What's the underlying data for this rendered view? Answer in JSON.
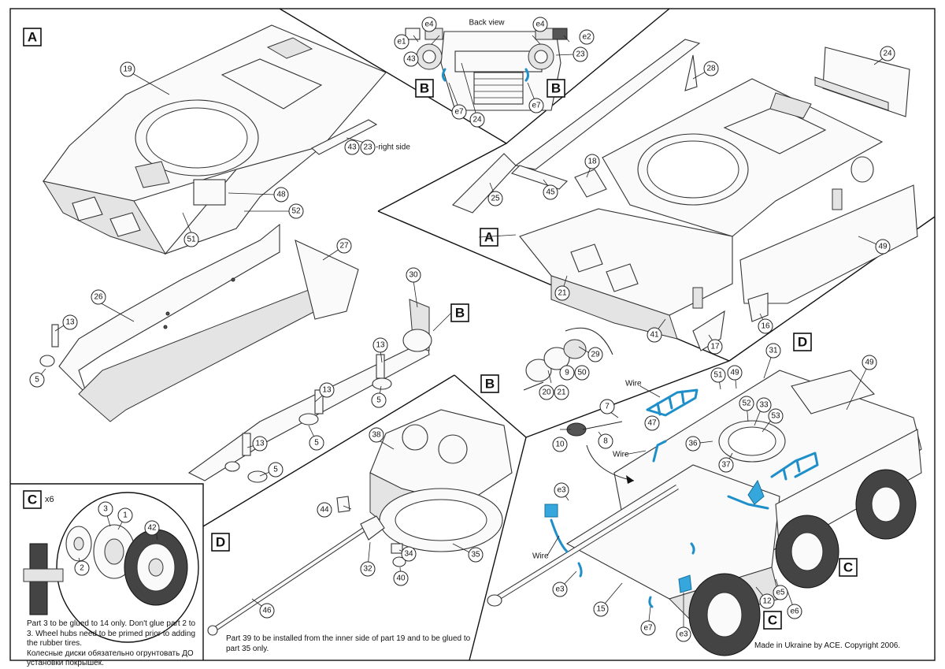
{
  "sections": {
    "A": "A",
    "B": "B",
    "C": "C",
    "D": "D"
  },
  "callouts": {
    "p1": "1",
    "p2": "2",
    "p3": "3",
    "p5": "5",
    "p7": "7",
    "p8": "8",
    "p9": "9",
    "p10": "10",
    "p12": "12",
    "p13": "13",
    "p15": "15",
    "p16": "16",
    "p17": "17",
    "p18": "18",
    "p19": "19",
    "p20": "20",
    "p21": "21",
    "p23": "23",
    "p24": "24",
    "p25": "25",
    "p26": "26",
    "p27": "27",
    "p28": "28",
    "p29": "29",
    "p30": "30",
    "p31": "31",
    "p32": "32",
    "p33": "33",
    "p34": "34",
    "p35": "35",
    "p36": "36",
    "p37": "37",
    "p38": "38",
    "p40": "40",
    "p41": "41",
    "p42": "42",
    "p43": "43",
    "p44": "44",
    "p45": "45",
    "p46": "46",
    "p47": "47",
    "p48": "48",
    "p49": "49",
    "p50": "50",
    "p51": "51",
    "p52": "52",
    "p53": "53",
    "e1": "e1",
    "e2": "e2",
    "e3": "e3",
    "e4": "e4",
    "e5": "e5",
    "e6": "e6",
    "e7": "e7"
  },
  "labels": {
    "back_view": "Back view",
    "right_side": "-right side",
    "wire": "Wire",
    "x6": "x6"
  },
  "notes": {
    "wheel_en": "Part 3 to be glued to 14 only. Don't glue part 2 to 3. Wheel hubs need to be primed prior to adding the rubber tires.",
    "wheel_ru": "Колесные диски обязательно огрунтовать ДО установки покрышек.",
    "part39": "Part 39 to be installed from the inner side of part 19 and to be glued to part 35 only.",
    "copyright": "Made in Ukraine by ACE. Copyright 2006."
  },
  "colors": {
    "wire_blue": "#1e8fc9",
    "line": "#222222"
  }
}
